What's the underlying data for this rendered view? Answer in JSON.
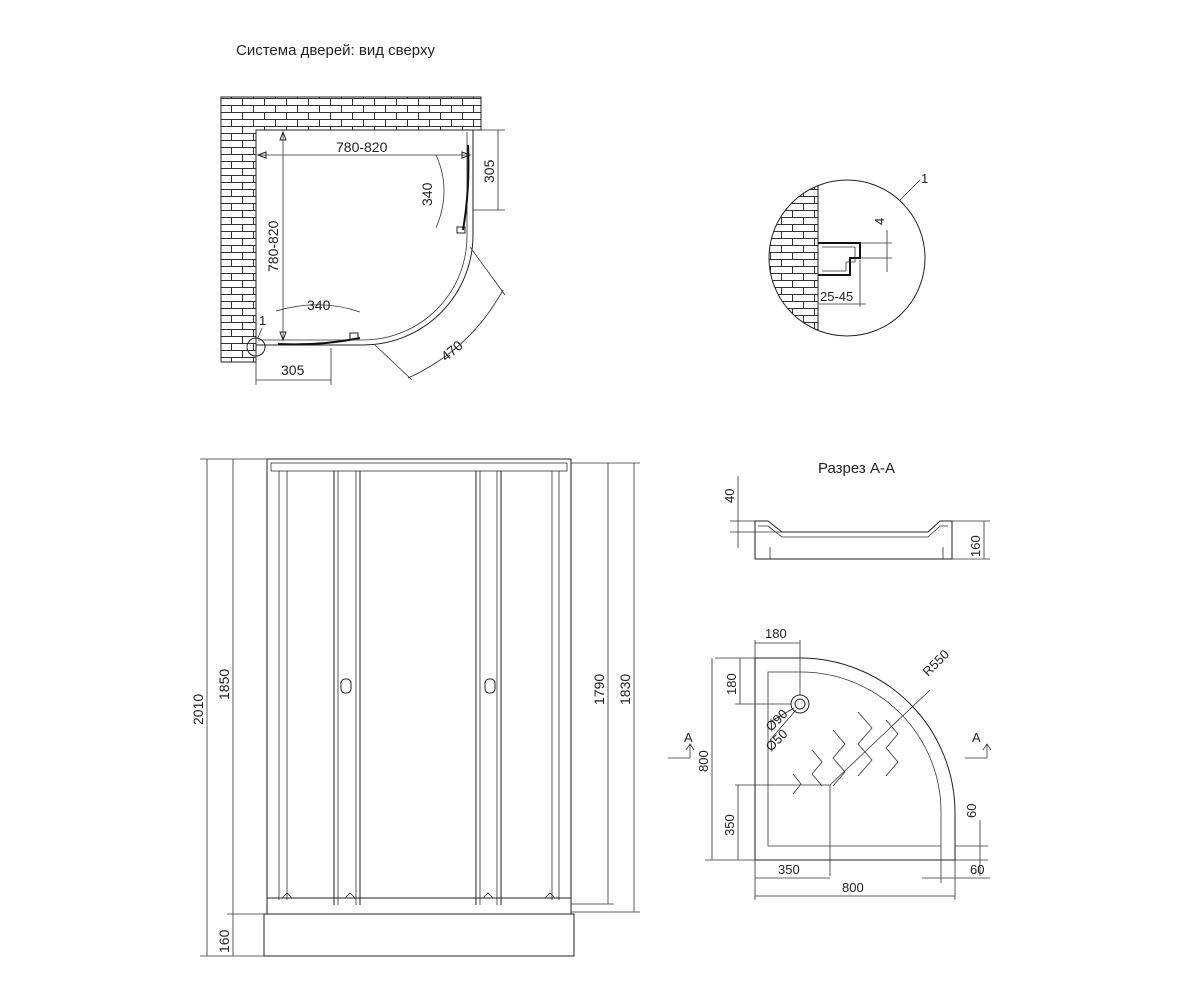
{
  "top_view": {
    "title": "Система дверей: вид сверху",
    "dim_width": "780-820",
    "dim_depth": "780-820",
    "dim_305_right": "305",
    "dim_305_bottom": "305",
    "dim_arc_340_right": "340",
    "dim_arc_340_bottom": "340",
    "dim_470": "470",
    "callout_1": "1"
  },
  "detail": {
    "callout_1": "1",
    "dim_4": "4",
    "dim_25_45": "25-45"
  },
  "front_view": {
    "dim_2010": "2010",
    "dim_1850": "1850",
    "dim_160": "160",
    "dim_1790": "1790",
    "dim_1830": "1830"
  },
  "section": {
    "title": "Разрез А-А",
    "dim_40": "40",
    "dim_160": "160"
  },
  "tray_plan": {
    "dim_180_top": "180",
    "dim_180_left": "180",
    "dim_r550": "R550",
    "dim_d90": "Ø90",
    "dim_d50": "Ø50",
    "section_mark_left": "A",
    "section_mark_right": "A",
    "dim_800_left": "800",
    "dim_350_left": "350",
    "dim_60_right": "60",
    "dim_350_bottom": "350",
    "dim_800_bottom": "800",
    "dim_60_bottom": "60"
  }
}
